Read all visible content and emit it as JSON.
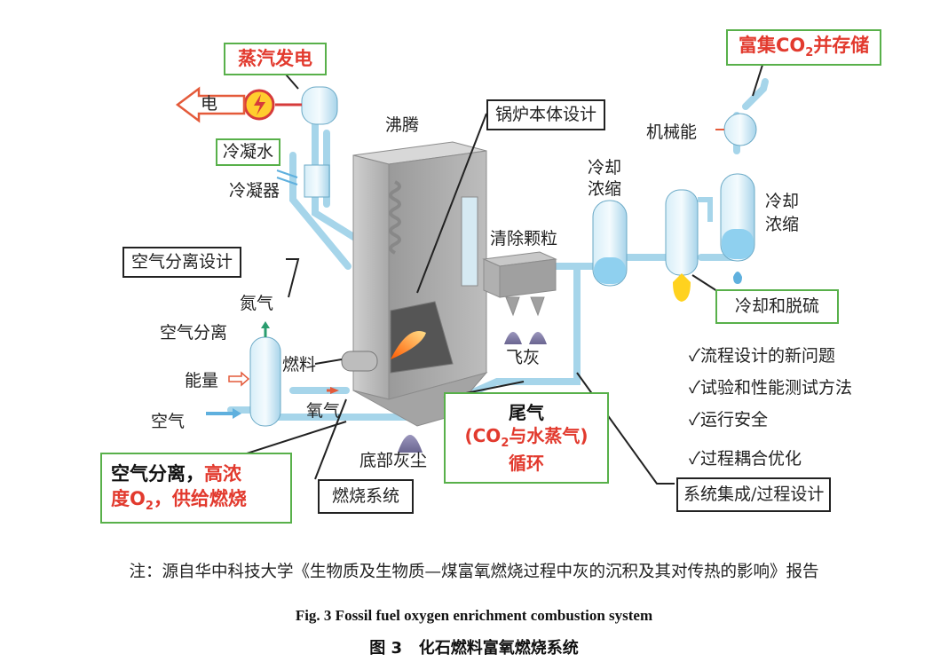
{
  "labels": {
    "electricity": "电",
    "boiling": "沸腾",
    "condensate": "冷凝水",
    "condenser": "冷凝器",
    "cooling_condense_left_1": "冷却",
    "cooling_condense_left_2": "浓缩",
    "cooling_condense_right_1": "冷却",
    "cooling_condense_right_2": "浓缩",
    "mechanical_energy": "机械能",
    "particle_removal": "清除颗粒",
    "nitrogen": "氮气",
    "air_separation": "空气分离",
    "energy": "能量",
    "fuel": "燃料",
    "air": "空气",
    "oxygen": "氧气",
    "fly_ash": "飞灰",
    "bottom_ash": "底部灰尘"
  },
  "boxes": {
    "steam_power": "蒸汽发电",
    "co2_storage_pre": "富集CO",
    "co2_storage_sub": "2",
    "co2_storage_post": "并存储",
    "boiler_design": "锅炉本体设计",
    "air_separation_design": "空气分离设计",
    "cooling_desulfurization": "冷却和脱硫",
    "combustion_system": "燃烧系统",
    "system_integration": "系统集成/过程设计",
    "flue_gas_title": "尾气",
    "flue_gas_line2_pre": "(CO",
    "flue_gas_line2_sub": "2",
    "flue_gas_line2_post": "与水蒸气)",
    "flue_gas_line3": "循环",
    "oxy_line1_black": "空气分离，",
    "oxy_line1_red": "高浓",
    "oxy_line2_pre": "度O",
    "oxy_line2_sub": "2",
    "oxy_line2_post": "，供给燃烧"
  },
  "checklist": [
    "✓流程设计的新问题",
    "✓试验和性能测试方法",
    "✓运行安全",
    "✓过程耦合优化"
  ],
  "note": "注：源自华中科技大学《生物质及生物质—煤富氧燃烧过程中灰的沉积及其对传热的影响》报告",
  "caption_en": "Fig. 3 Fossil fuel oxygen enrichment combustion system",
  "caption_zh": "图 3   化石燃料富氧燃烧系统",
  "colors": {
    "green_border": "#58b04a",
    "red_text": "#e23a2e",
    "pipe": "#9fd0e6",
    "boiler": "#b9b9b9"
  }
}
